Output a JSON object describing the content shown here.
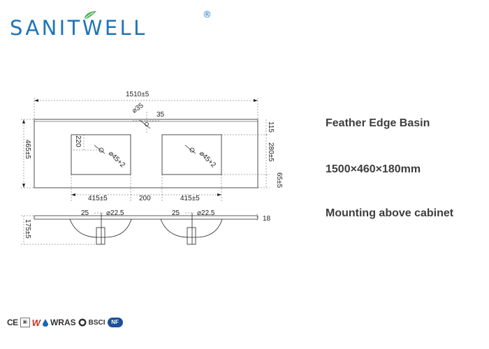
{
  "brand": {
    "logo_text": "SANITWELL",
    "registered_mark": "®",
    "logo_color": "#1f74b8",
    "leaf_color": "#4caf50"
  },
  "product_specs": [
    "Feather Edge Basin",
    "1500×460×180mm",
    "Mounting above cabinet"
  ],
  "drawing": {
    "top_view": {
      "overall_width": "1510±5",
      "depth": "465±5",
      "hole_diameter": "⌀35",
      "hole_offset": "35",
      "top_margin": "115",
      "bowl_depth": "280±5",
      "front_margin": "65±5",
      "left_bowl_offset": "220",
      "drain_diameter_left": "⌀45+2",
      "drain_diameter_right": "⌀45+2",
      "bowl_width_left": "415±5",
      "bowl_gap": "200",
      "bowl_width_right": "415±5"
    },
    "side_view": {
      "height": "175±5",
      "slab_thickness": "18",
      "drain_offset_left": "25",
      "drain_dia_left": "⌀22.5",
      "drain_offset_right": "25",
      "drain_dia_right": "⌀22.5"
    }
  },
  "certifications": {
    "ce": "CE",
    "small_box": "▣",
    "w": "W",
    "wras": "WRAS",
    "bsci": "BSCI",
    "nf": "NF"
  }
}
